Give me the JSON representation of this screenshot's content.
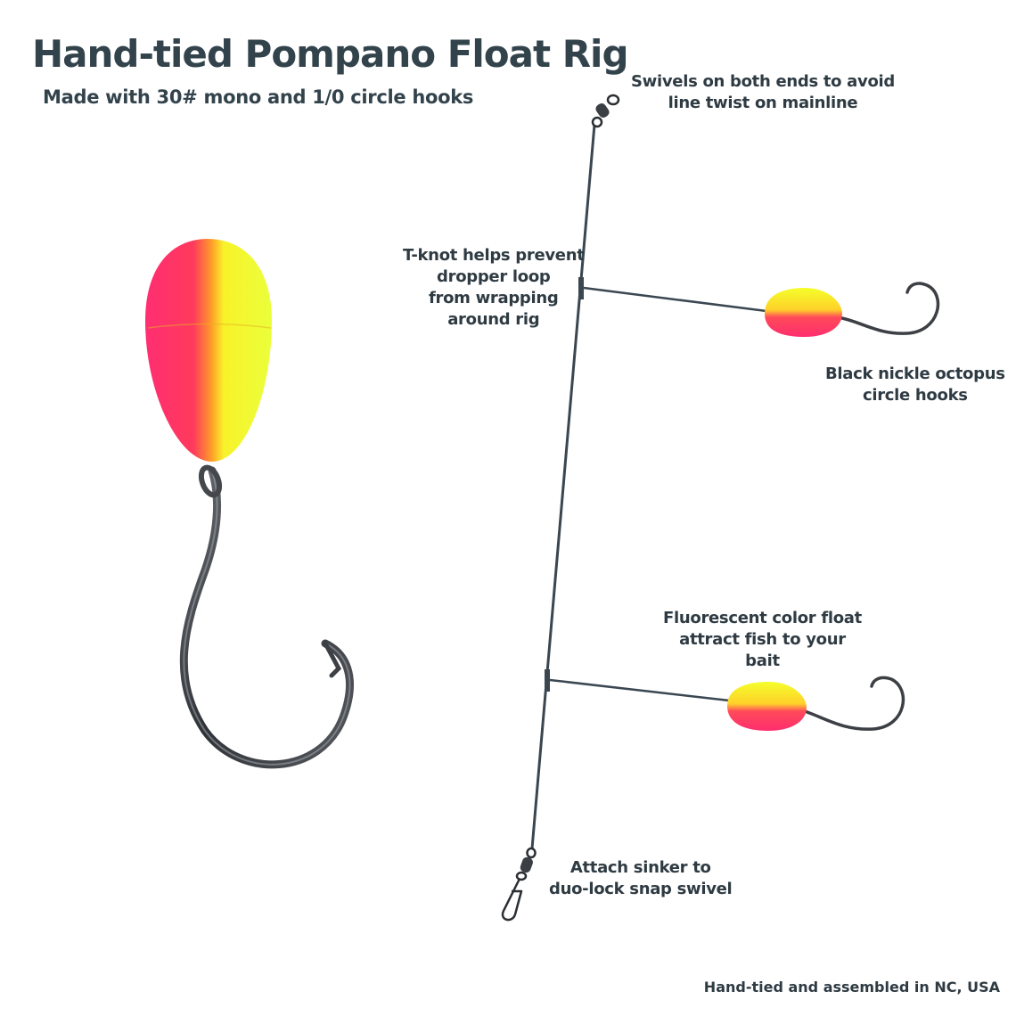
{
  "title": "Hand-tied Pompano Float Rig",
  "subtitle": "Made with 30# mono and 1/0 circle hooks",
  "callouts": {
    "swivels": [
      "Swivels on both ends to avoid",
      "line twist on mainline"
    ],
    "tknot": [
      "T-knot helps prevent",
      "dropper loop",
      "from wrapping",
      "around rig"
    ],
    "hooks": [
      "Black nickle octopus",
      "circle hooks"
    ],
    "float": [
      "Fluorescent color float",
      "attract fish to your",
      "bait"
    ],
    "sinker": [
      "Attach sinker to",
      "duo-lock snap swivel"
    ]
  },
  "footer": "Hand-tied and assembled in NC, USA",
  "colors": {
    "float_pink": "#ff2d6e",
    "float_yellow": "#f4ff2a",
    "line": "#3a4650",
    "hook": "#3c3f44",
    "text": "#2f3b43"
  }
}
